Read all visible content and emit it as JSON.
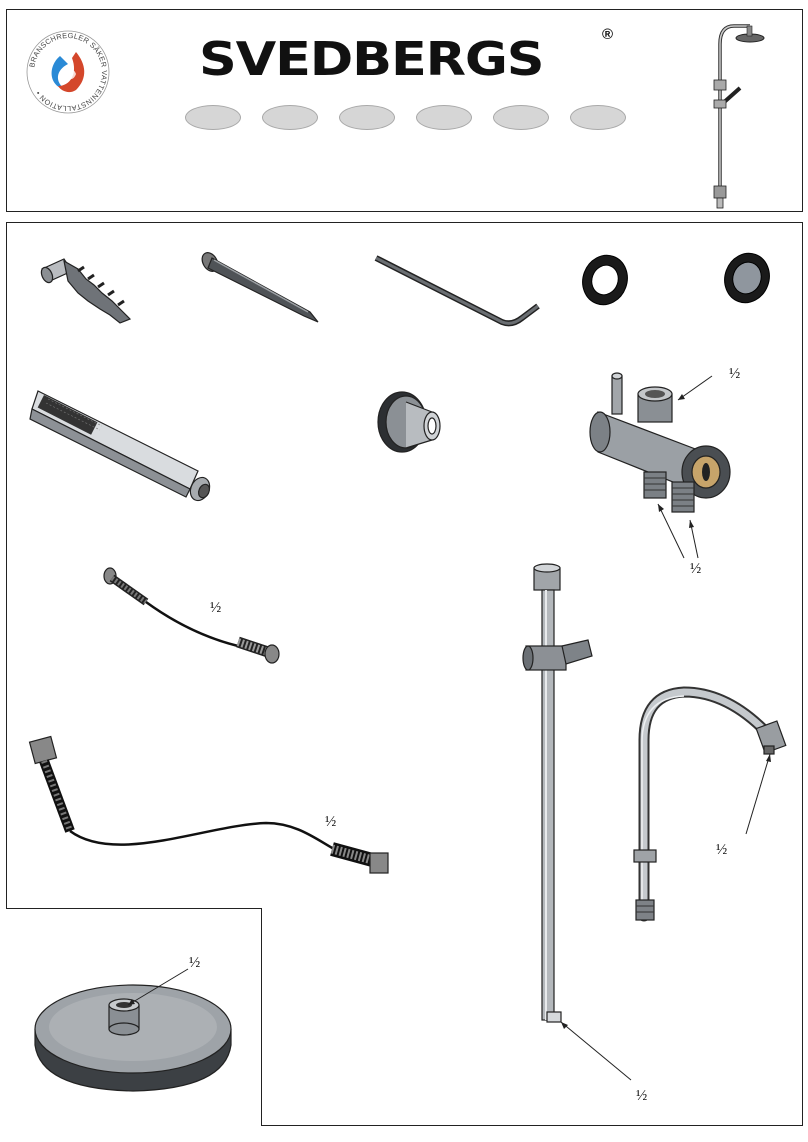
{
  "header": {
    "brand": "SVEDBERGS",
    "registered_mark": "®",
    "seal_text": "BRANSCHREGLER SÄKER VATTENINSTALLATION",
    "ovals": [
      "",
      "",
      "",
      "",
      "",
      ""
    ]
  },
  "labels": {
    "valve_top": "½",
    "valve_bottom": "½",
    "short_hose": "½",
    "long_hose": "½",
    "bend_pipe": "½",
    "rail_bottom": "½",
    "shower_head": "½"
  },
  "colors": {
    "metal": "#c9cdd1",
    "metal_dark": "#6e7378",
    "rubber": "#1a1a1a",
    "seal_red": "#d4472b",
    "seal_blue": "#2a8ad6"
  }
}
